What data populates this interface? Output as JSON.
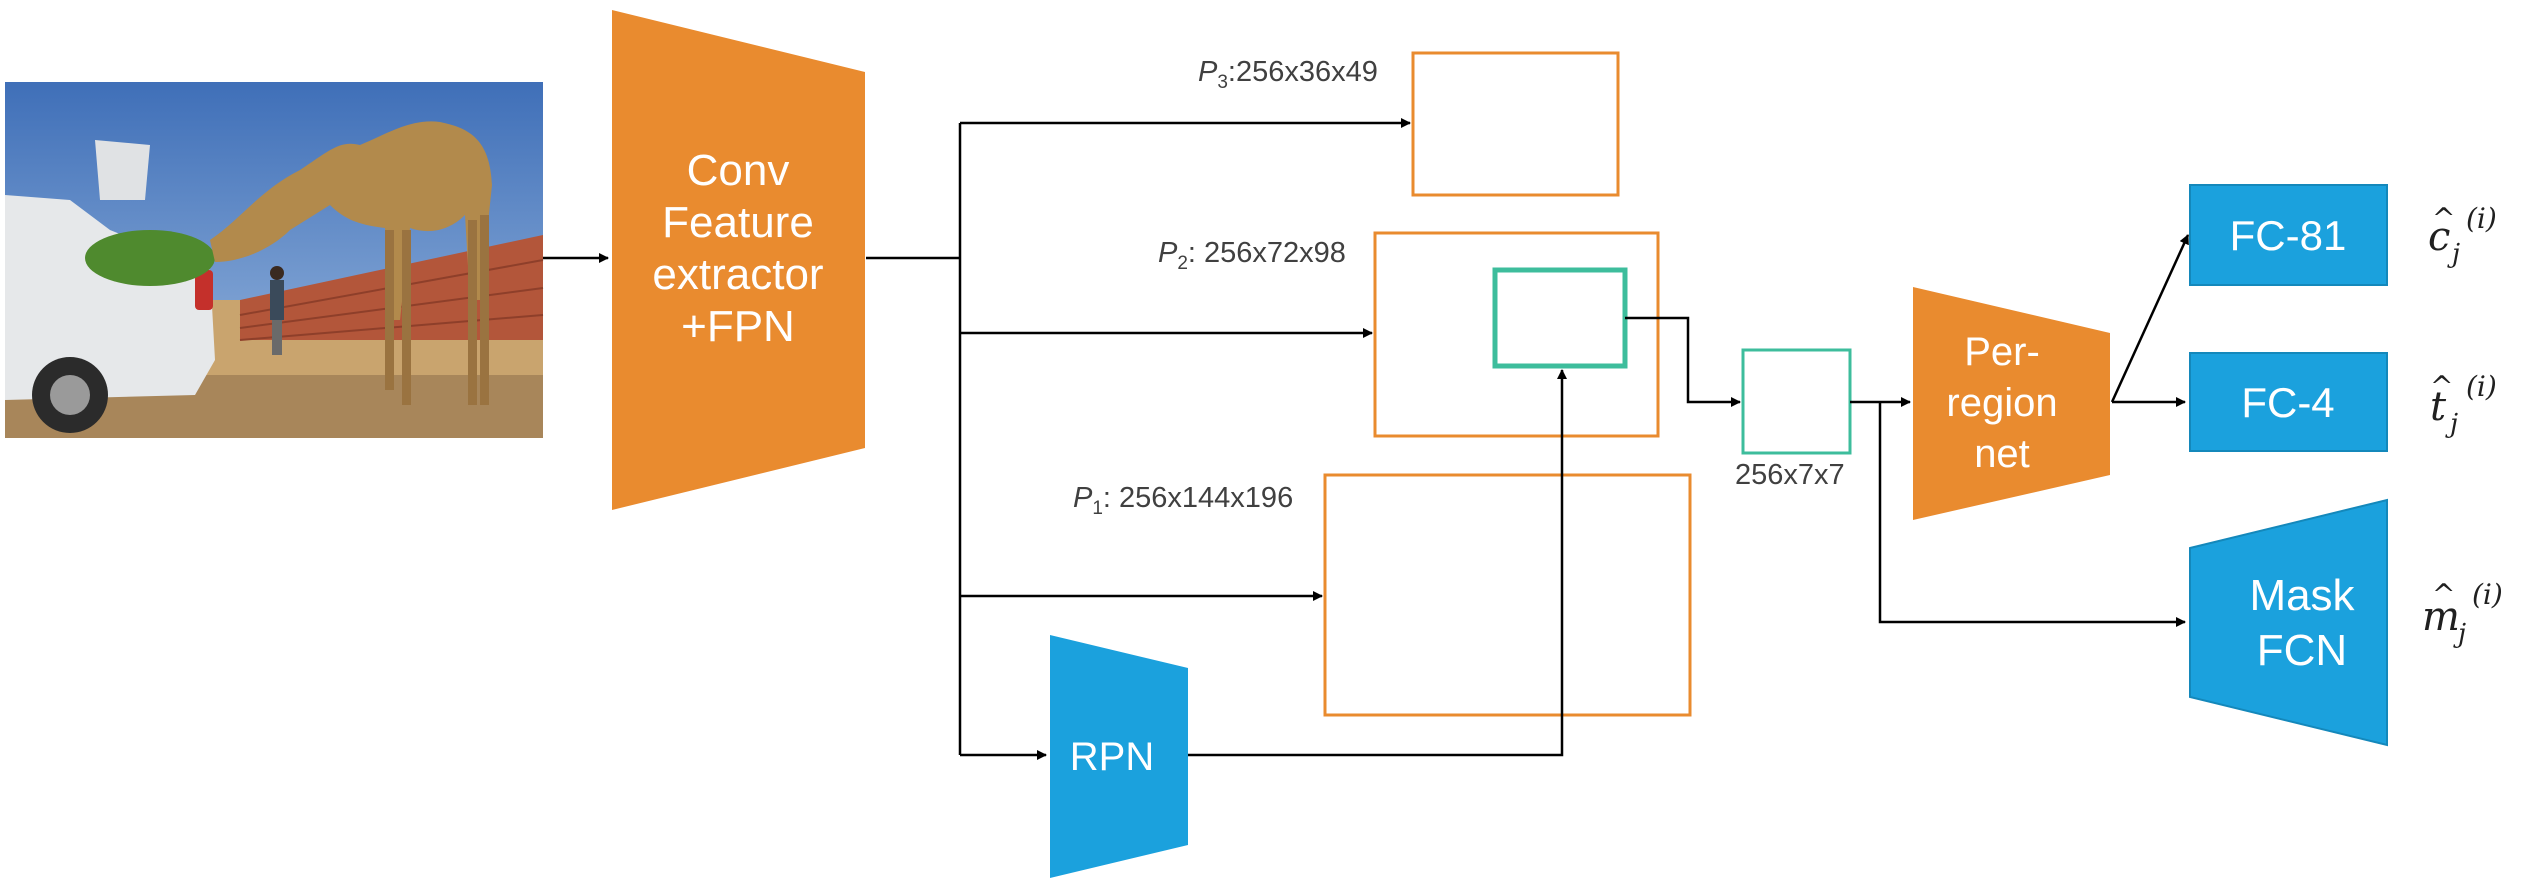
{
  "colors": {
    "orange": "#e98b2f",
    "blue": "#1ba1dd",
    "teal": "#3dbd9c",
    "arrow": "#000000"
  },
  "input_image": {
    "icon": "camera-photo-icon"
  },
  "blocks": {
    "backbone": {
      "line1": "Conv",
      "line2": "Feature",
      "line3": "extractor",
      "line4": "+FPN"
    },
    "rpn": {
      "label": "RPN"
    },
    "per_region": {
      "line1": "Per-",
      "line2": "region",
      "line3": "net"
    },
    "fc81": {
      "label": "FC-81"
    },
    "fc4": {
      "label": "FC-4"
    },
    "mask": {
      "line1": "Mask",
      "line2": "FCN"
    }
  },
  "feature_maps": {
    "p3": {
      "letter": "P",
      "sub": "3",
      "dims": ":256x36x49"
    },
    "p2": {
      "letter": "P",
      "sub": "2",
      "dims": ": 256x72x98"
    },
    "p1": {
      "letter": "P",
      "sub": "1",
      "dims": ": 256x144x196"
    }
  },
  "roi": {
    "label": "256x7x7"
  },
  "outputs": {
    "class": {
      "base": "c",
      "hat": "^",
      "sub": "j",
      "sup": "(i)"
    },
    "box": {
      "base": "t",
      "hat": "^",
      "sub": "j",
      "sup": "(i)"
    },
    "mask": {
      "base": "m",
      "hat": "^",
      "sub": "j",
      "sup": "(i)"
    }
  }
}
